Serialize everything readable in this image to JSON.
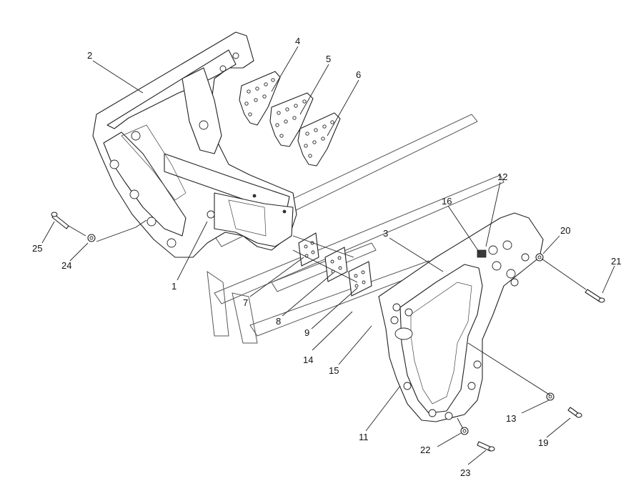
{
  "callouts": [
    {
      "id": "c1",
      "label": "1"
    },
    {
      "id": "c2",
      "label": "2"
    },
    {
      "id": "c3",
      "label": "3"
    },
    {
      "id": "c4",
      "label": "4"
    },
    {
      "id": "c5",
      "label": "5"
    },
    {
      "id": "c6",
      "label": "6"
    },
    {
      "id": "c7",
      "label": "7"
    },
    {
      "id": "c8",
      "label": "8"
    },
    {
      "id": "c9",
      "label": "9"
    },
    {
      "id": "c11",
      "label": "11"
    },
    {
      "id": "c12",
      "label": "12"
    },
    {
      "id": "c13",
      "label": "13"
    },
    {
      "id": "c14",
      "label": "14"
    },
    {
      "id": "c15",
      "label": "15"
    },
    {
      "id": "c16",
      "label": "16"
    },
    {
      "id": "c19",
      "label": "19"
    },
    {
      "id": "c20",
      "label": "20"
    },
    {
      "id": "c21",
      "label": "21"
    },
    {
      "id": "c22",
      "label": "22"
    },
    {
      "id": "c23",
      "label": "23"
    },
    {
      "id": "c24",
      "label": "24"
    },
    {
      "id": "c25",
      "label": "25"
    }
  ]
}
